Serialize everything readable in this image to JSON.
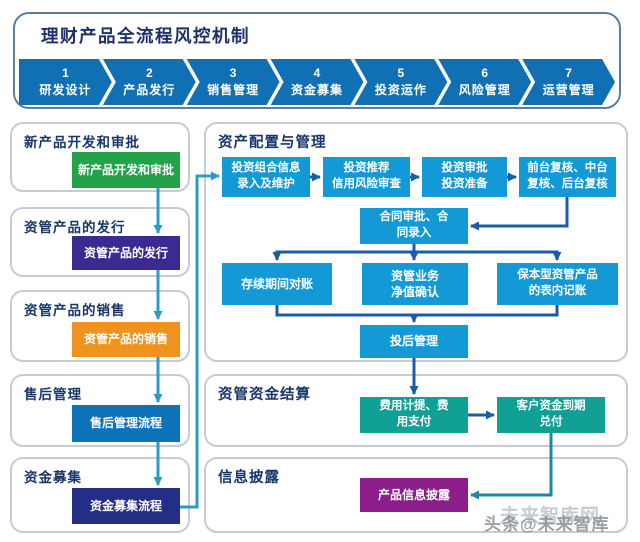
{
  "title": "理财产品全流程风控机制",
  "process_steps": [
    {
      "num": "1",
      "label": "研发设计"
    },
    {
      "num": "2",
      "label": "产品发行"
    },
    {
      "num": "3",
      "label": "销售管理"
    },
    {
      "num": "4",
      "label": "资金募集"
    },
    {
      "num": "5",
      "label": "投资运作"
    },
    {
      "num": "6",
      "label": "风险管理"
    },
    {
      "num": "7",
      "label": "运营管理"
    }
  ],
  "left_sections": [
    {
      "header": "新产品开发和审批",
      "box": "新产品开发和审批",
      "color": "#23a24a"
    },
    {
      "header": "资管产品的发行",
      "box": "资管产品的发行",
      "color": "#3b2a90"
    },
    {
      "header": "资管产品的销售",
      "box": "资管产品的销售",
      "color": "#f0921e"
    },
    {
      "header": "售后管理",
      "box": "售后管理流程",
      "color": "#0d72b8"
    },
    {
      "header": "资金募集",
      "box": "资金募集流程",
      "color": "#232e86"
    }
  ],
  "asset_section": {
    "header": "资产配置与管理",
    "box_color": "#1399d6",
    "row1": [
      {
        "label": "投资组合信息\n录入及维护"
      },
      {
        "label": "投资推荐\n信用风险审查"
      },
      {
        "label": "投资审批\n投资准备"
      },
      {
        "label": "前台复核、中台\n复核、后台复核"
      }
    ],
    "contract": "合同审批、合\n同录入",
    "row2": [
      {
        "label": "存续期间对账"
      },
      {
        "label": "资管业务\n净值确认"
      },
      {
        "label": "保本型资管产品\n的表内记账"
      }
    ],
    "post_investment": "投后管理"
  },
  "settlement_section": {
    "header": "资管资金结算",
    "box_color": "#10a096",
    "boxes": [
      {
        "label": "费用计提、费\n用支付"
      },
      {
        "label": "客户资金到期\n兑付"
      }
    ]
  },
  "disclosure_section": {
    "header": "信息披露",
    "box_color": "#8c1e8b",
    "box": "产品信息披露"
  },
  "watermark": {
    "front": "头条@未来智库",
    "ghost": "未来智库网"
  },
  "colors": {
    "chevron_blue": "#1170b4",
    "title_text": "#1d3069",
    "section_header_text": "#17366b",
    "title_panel_border": "#5b7f9e",
    "panel_border": "#c6ccd4",
    "arrow_teal": "#2b9cc6",
    "arrow_navy": "#1b5ca6",
    "arrow_dark_teal": "#1b87a8"
  }
}
